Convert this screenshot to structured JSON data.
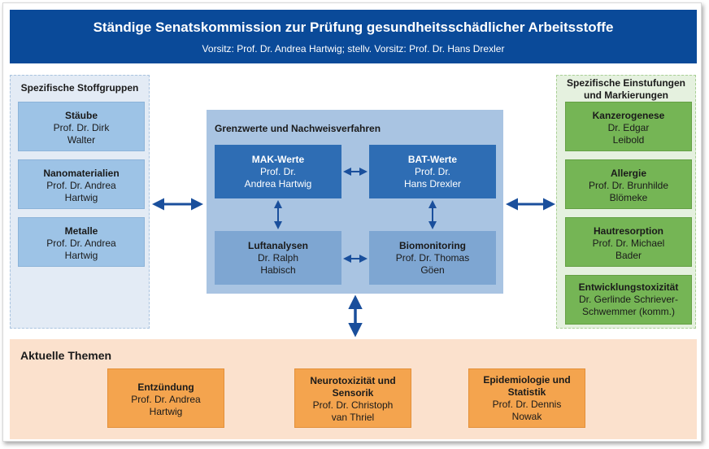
{
  "header": {
    "title": "Ständige Senatskommission zur Prüfung gesundheitsschädlicher Arbeitsstoffe",
    "subtitle": "Vorsitz: Prof. Dr. Andrea Hartwig; stellv. Vorsitz: Prof. Dr. Hans Drexler"
  },
  "left": {
    "title": "Spezifische Stoffgruppen",
    "items": [
      {
        "name": "Stäube",
        "line1": "Prof. Dr. Dirk",
        "line2": "Walter"
      },
      {
        "name": "Nanomaterialien",
        "line1": "Prof. Dr. Andrea",
        "line2": "Hartwig"
      },
      {
        "name": "Metalle",
        "line1": "Prof. Dr. Andrea",
        "line2": "Hartwig"
      }
    ]
  },
  "center": {
    "title": "Grenzwerte und Nachweisverfahren",
    "items": [
      {
        "name": "MAK-Werte",
        "line1": "Prof. Dr.",
        "line2": "Andrea Hartwig"
      },
      {
        "name": "BAT-Werte",
        "line1": "Prof. Dr.",
        "line2": "Hans Drexler"
      },
      {
        "name": "Luftanalysen",
        "line1": "Dr. Ralph",
        "line2": "Habisch"
      },
      {
        "name": "Biomonitoring",
        "line1": "Prof. Dr. Thomas",
        "line2": "Göen"
      }
    ]
  },
  "right": {
    "title_line1": "Spezifische Einstufungen",
    "title_line2": "und Markierungen",
    "items": [
      {
        "name": "Kanzerogenese",
        "line1": "Dr. Edgar",
        "line2": "Leibold"
      },
      {
        "name": "Allergie",
        "line1": "Prof. Dr. Brunhilde",
        "line2": "Blömeke"
      },
      {
        "name": "Hautresorption",
        "line1": "Prof. Dr. Michael",
        "line2": "Bader"
      },
      {
        "name": "Entwicklungstoxizität",
        "line1": "Dr. Gerlinde Schriever-",
        "line2": "Schwemmer (komm.)"
      }
    ]
  },
  "bottom": {
    "title": "Aktuelle Themen",
    "items": [
      {
        "name": "Entzündung",
        "name2": "",
        "line1": "Prof. Dr. Andrea",
        "line2": "Hartwig"
      },
      {
        "name": "Neurotoxizität und",
        "name2": "Sensorik",
        "line1": "Prof. Dr. Christoph",
        "line2": "van Thriel"
      },
      {
        "name": "Epidemiologie und",
        "name2": "Statistik",
        "line1": "Prof. Dr. Dennis",
        "line2": "Nowak"
      }
    ]
  },
  "colors": {
    "header": "#0a4a99",
    "arrow": "#1a4f9c",
    "left_box": "#9dc3e6",
    "right_box": "#75b555",
    "center_dark": "#2e6db4",
    "center_mid": "#7ea6d2",
    "topic_box": "#f4a44e"
  },
  "icons": {
    "arrow_horizontal": "double-arrow-horizontal-icon",
    "arrow_vertical": "double-arrow-vertical-icon"
  }
}
